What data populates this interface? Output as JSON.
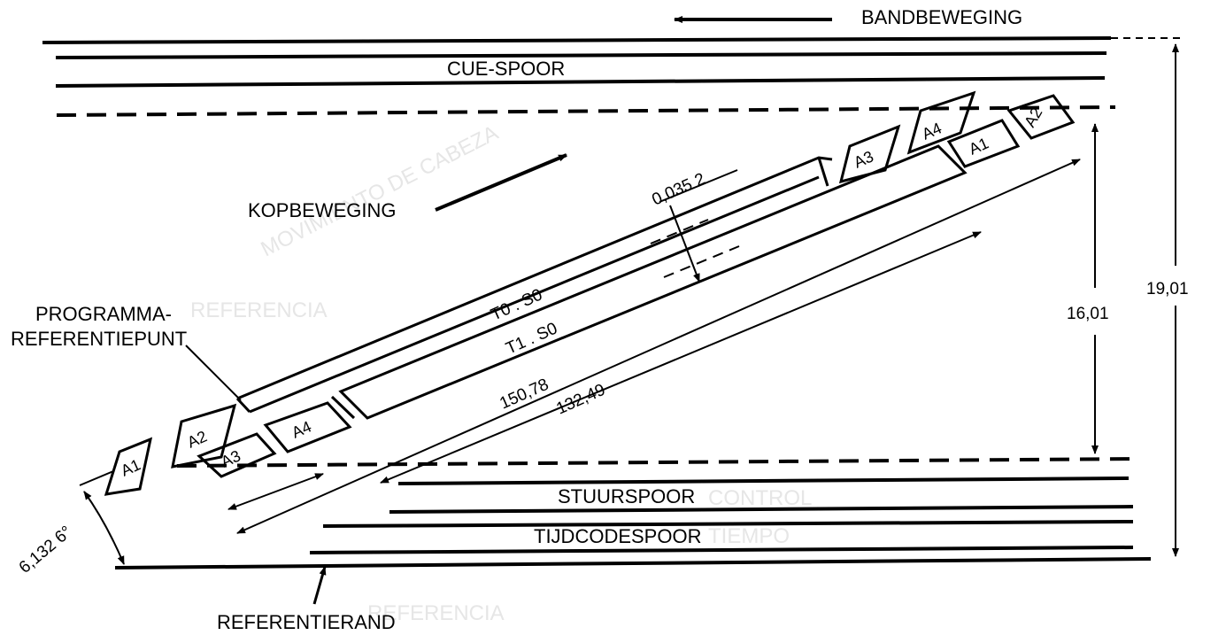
{
  "labels": {
    "tape_motion": "BANDBEWEGING",
    "cue_track": "CUE-SPOOR",
    "head_motion": "KOPBEWEGING",
    "program_reference_line1": "PROGRAMMA-",
    "program_reference_line2": "REFERENTIEPUNT",
    "control_track": "STUURSPOOR",
    "timecode_track": "TIJDCODESPOOR",
    "reference_edge": "REFERENTIERAND"
  },
  "dimensions": {
    "track_pitch": "0,035 2",
    "track_t0": "T0 . S0",
    "track_t1": "T1 . S0",
    "length_total": "150,78",
    "length_video": "132,49",
    "width_video_area": "16,01",
    "tape_width": "19,01",
    "track_angle": "6,132 6°"
  },
  "blocks": {
    "a1": "A1",
    "a2": "A2",
    "a3": "A3",
    "a4": "A4"
  },
  "ghost_text": {
    "head_motion_es": "MOVIMIENTO DE CABEZA",
    "reference_es": "REFERENCIA",
    "control_es": "CONTROL",
    "timecode_es": "TIEMPO",
    "edge_es": "REFERENCIA"
  }
}
